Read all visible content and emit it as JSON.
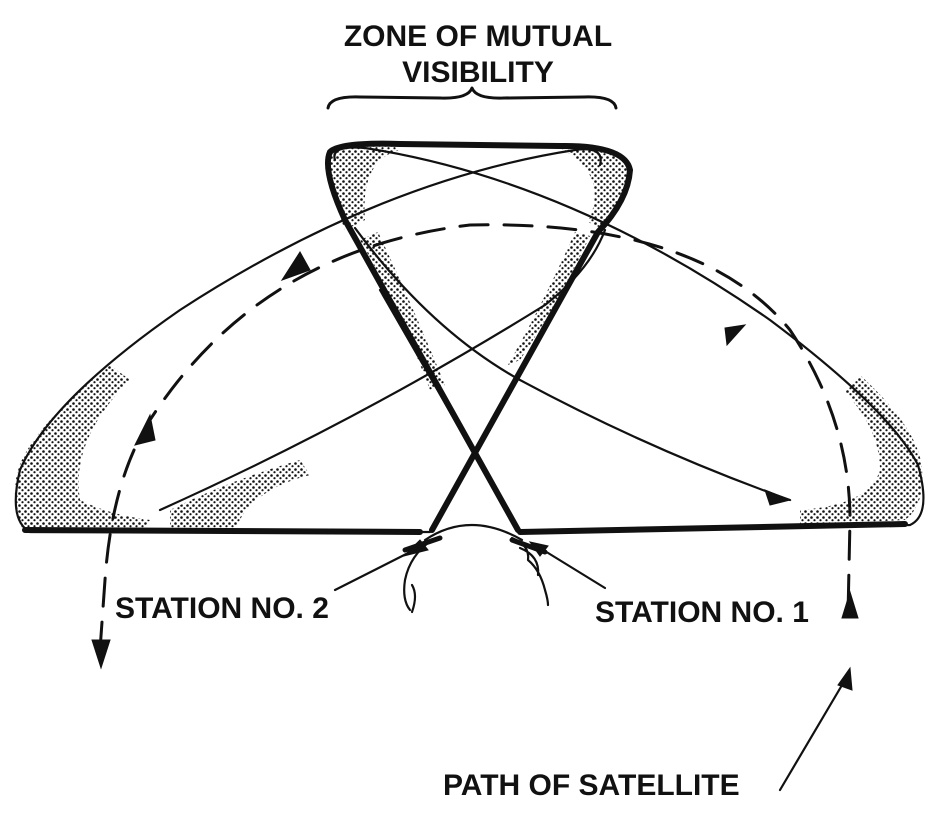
{
  "labels": {
    "zone_line1": "ZONE OF MUTUAL",
    "zone_line2": "VISIBILITY",
    "station2": "STATION NO. 2",
    "station1": "STATION NO. 1",
    "path": "PATH OF SATELLITE"
  },
  "colors": {
    "ink": "#111111",
    "background": "#ffffff"
  }
}
